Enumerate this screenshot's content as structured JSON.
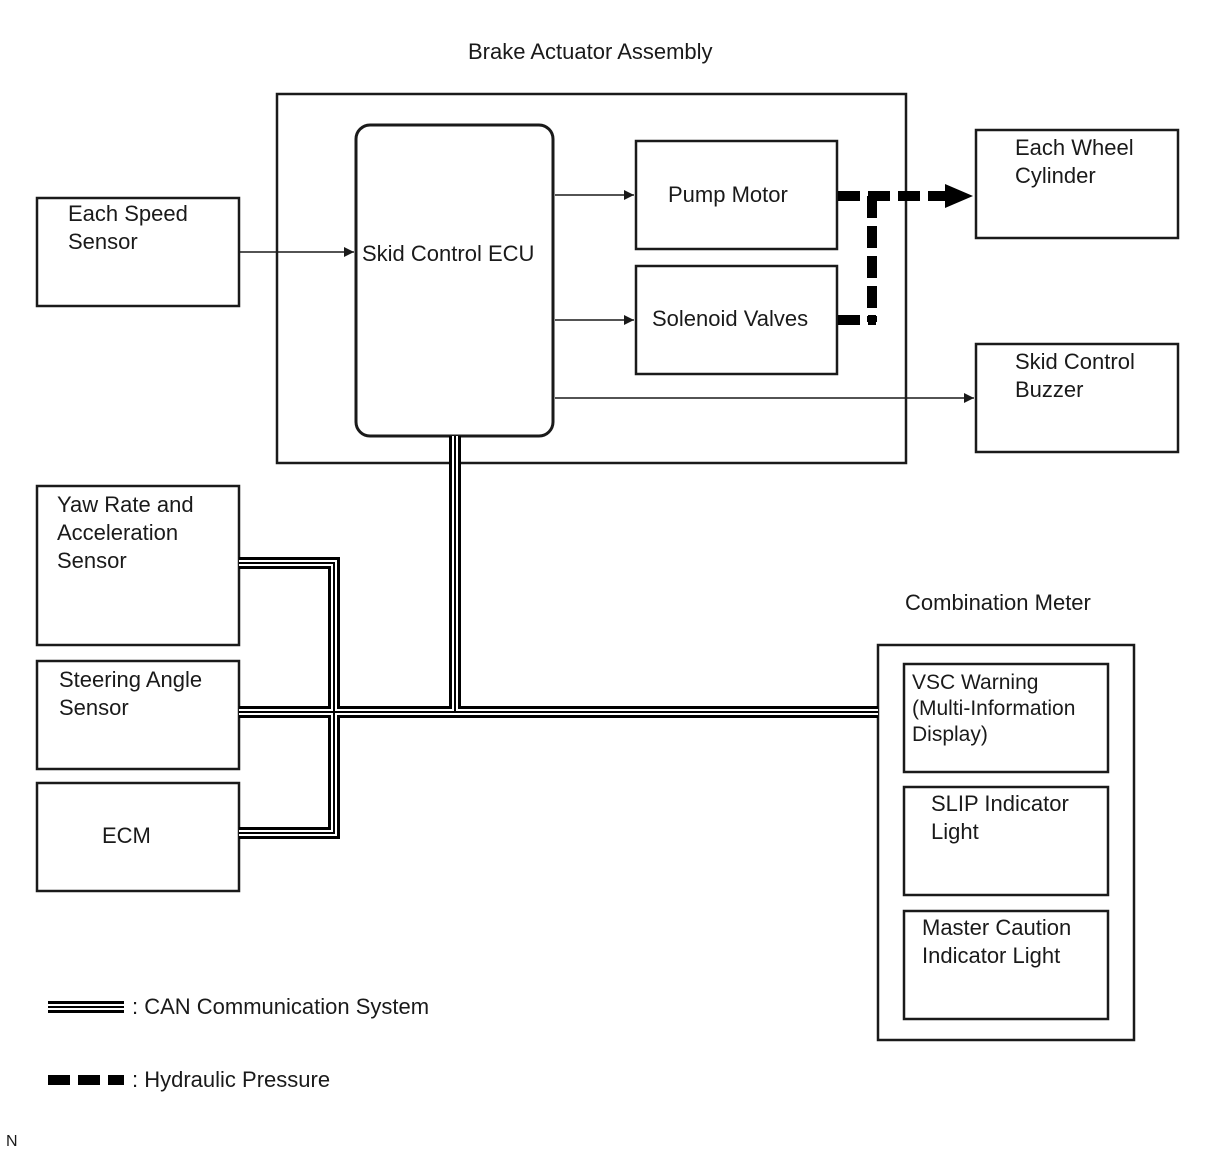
{
  "colors": {
    "line": "#1a1a1a",
    "background": "#ffffff"
  },
  "assembly": {
    "title": "Brake Actuator Assembly",
    "ecu": "Skid Control ECU",
    "pump_motor": "Pump Motor",
    "solenoid_valves": "Solenoid Valves"
  },
  "inputs": {
    "speed_sensor": "Each Speed\nSensor",
    "yaw_rate_sensor": "Yaw Rate and\nAcceleration\nSensor",
    "steering_sensor": "Steering Angle\nSensor",
    "ecm": "ECM"
  },
  "outputs": {
    "wheel_cylinder": "Each Wheel\nCylinder",
    "buzzer": "Skid Control\nBuzzer"
  },
  "meter": {
    "title": "Combination Meter",
    "vsc_warning": "VSC Warning\n(Multi-Information\nDisplay)",
    "slip_light": "SLIP Indicator\nLight",
    "master_caution": "Master Caution\nIndicator Light"
  },
  "legend": {
    "can": ": CAN Communication System",
    "hydraulic": ": Hydraulic Pressure"
  },
  "footer_mark": "N"
}
